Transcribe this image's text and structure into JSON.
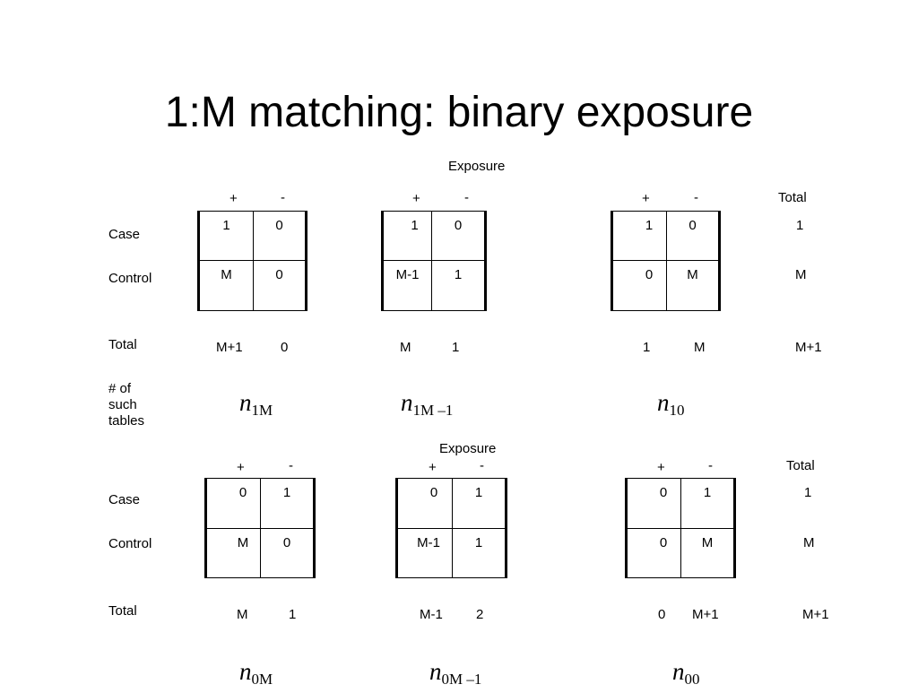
{
  "title": "1:M matching: binary exposure",
  "exposure_label": "Exposure",
  "total_label": "Total",
  "row_labels": {
    "case": "Case",
    "control": "Control",
    "total": "Total",
    "num_tables": "# of such tables"
  },
  "col_signs": {
    "plus": "+",
    "minus": "-"
  },
  "top_tables": [
    {
      "case": [
        "1",
        "0"
      ],
      "control": [
        "M",
        "0"
      ],
      "totals": [
        "M+1",
        "0"
      ],
      "count_base": "n",
      "count_sub": "1M"
    },
    {
      "case": [
        "1",
        "0"
      ],
      "control": [
        "M-1",
        "1"
      ],
      "totals": [
        "M",
        "1"
      ],
      "count_base": "n",
      "count_sub": "1M –1"
    },
    {
      "case": [
        "1",
        "0"
      ],
      "control": [
        "0",
        "M"
      ],
      "totals": [
        "1",
        "M"
      ],
      "count_base": "n",
      "count_sub": "10"
    }
  ],
  "top_row_totals": {
    "case": "1",
    "control": "M",
    "total": "M+1"
  },
  "bottom_tables": [
    {
      "case": [
        "0",
        "1"
      ],
      "control": [
        "M",
        "0"
      ],
      "totals": [
        "M",
        "1"
      ],
      "count_base": "n",
      "count_sub": "0M"
    },
    {
      "case": [
        "0",
        "1"
      ],
      "control": [
        "M-1",
        "1"
      ],
      "totals": [
        "M-1",
        "2"
      ],
      "count_base": "n",
      "count_sub": "0M –1"
    },
    {
      "case": [
        "0",
        "1"
      ],
      "control": [
        "0",
        "M"
      ],
      "totals": [
        "0",
        "M+1"
      ],
      "count_base": "n",
      "count_sub": "00"
    }
  ],
  "bottom_row_totals": {
    "case": "1",
    "control": "M",
    "total": "M+1"
  }
}
